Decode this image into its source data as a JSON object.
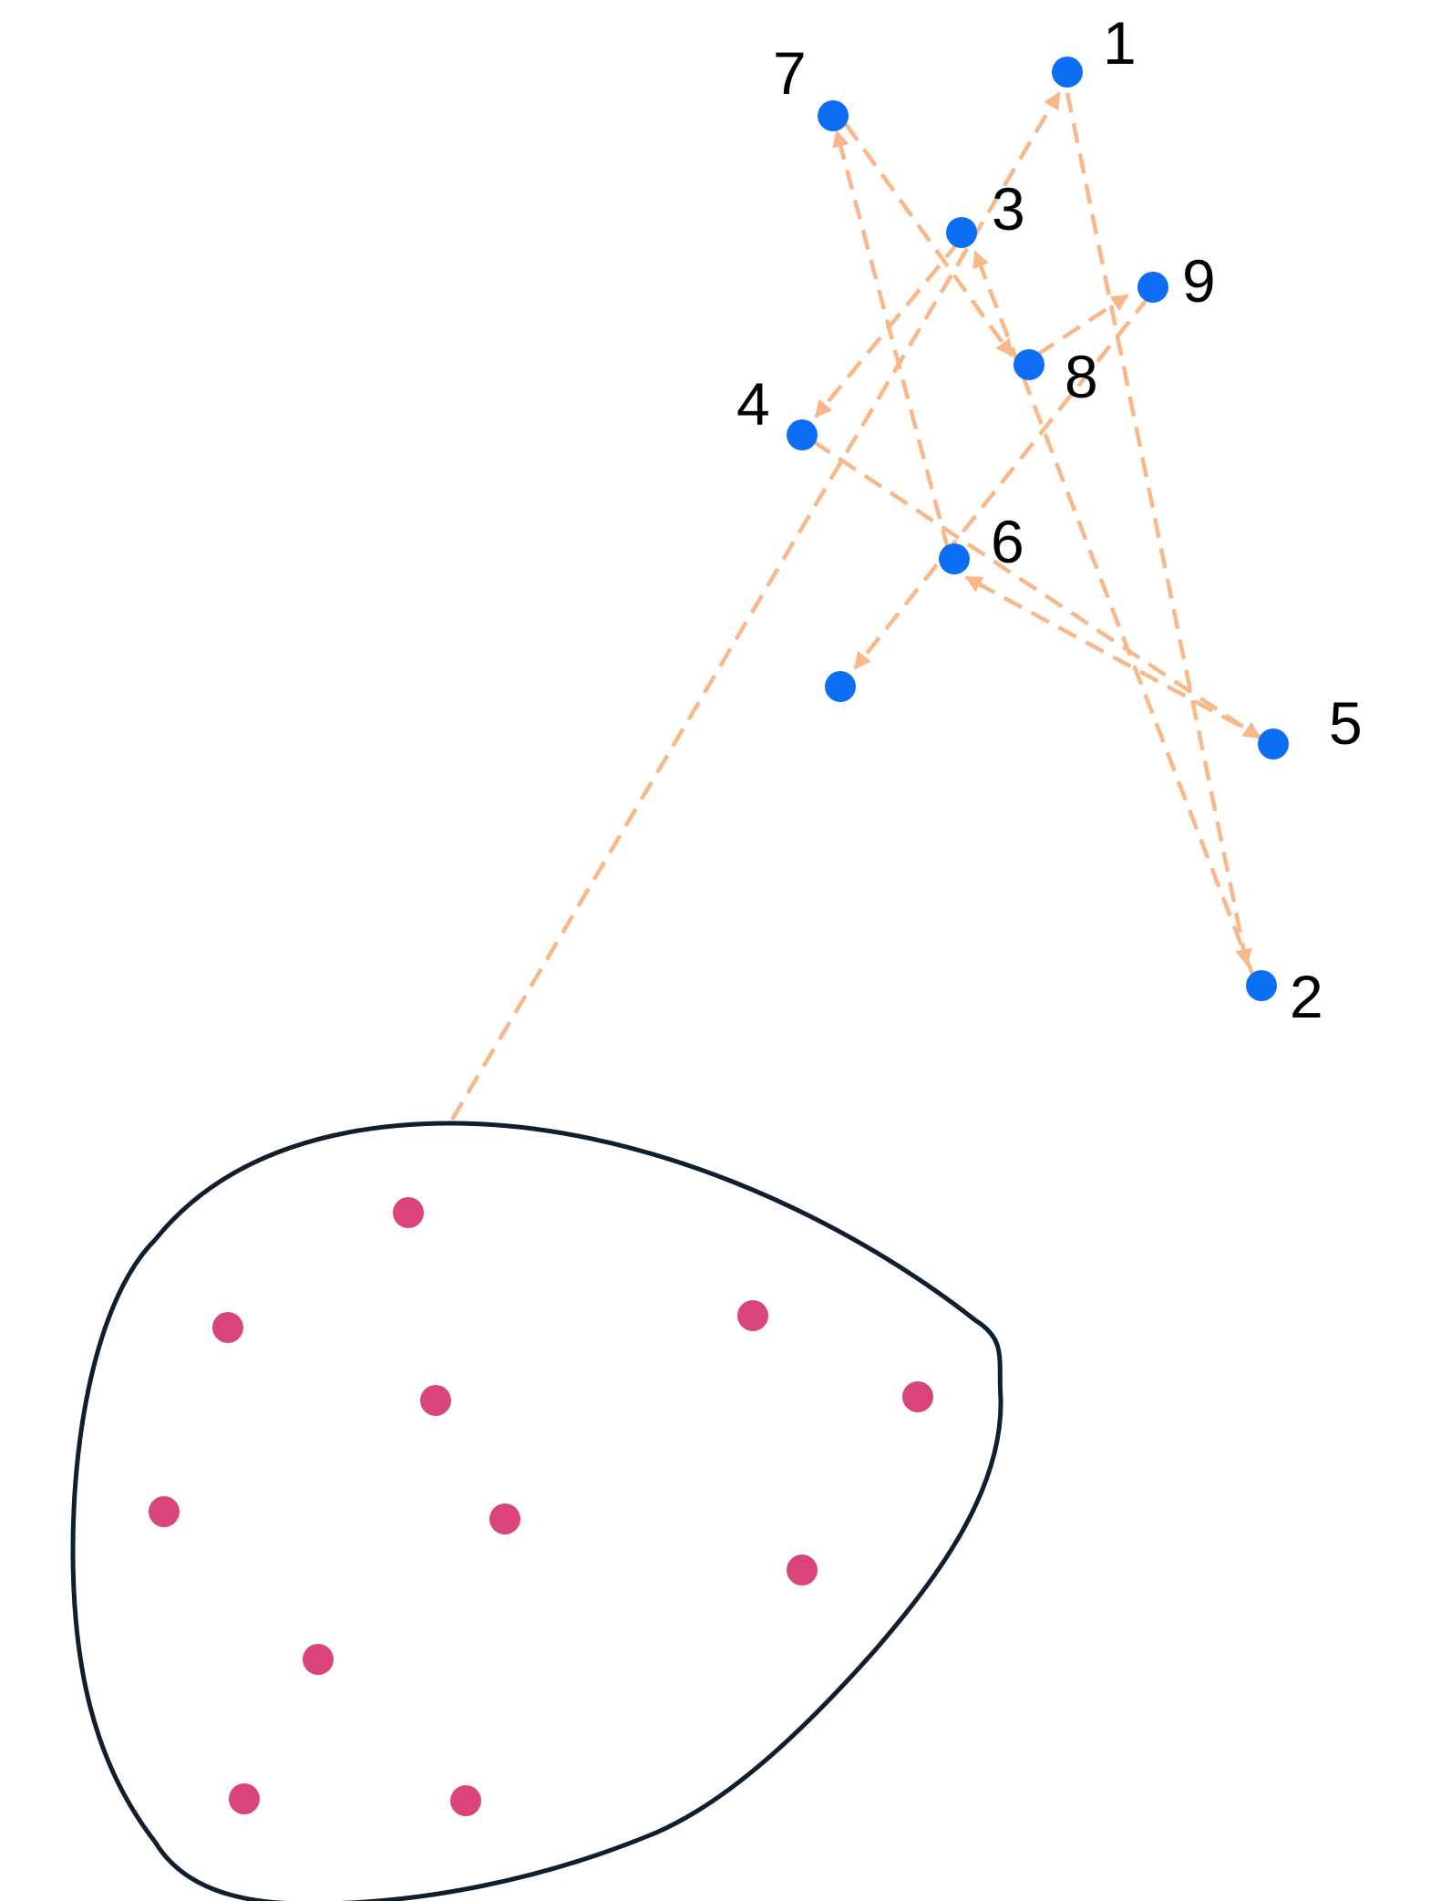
{
  "colors": {
    "background": "#ffffff",
    "outline": "#0f1f2e",
    "cluster_point": "#d9457a",
    "path_point": "#0b6ef3",
    "path_edge": "#f9b88a"
  },
  "labels": {
    "p1": "1",
    "p2": "2",
    "p3": "3",
    "p4": "4",
    "p5": "5",
    "p6": "6",
    "p7": "7",
    "p8": "8",
    "p9": "9"
  }
}
